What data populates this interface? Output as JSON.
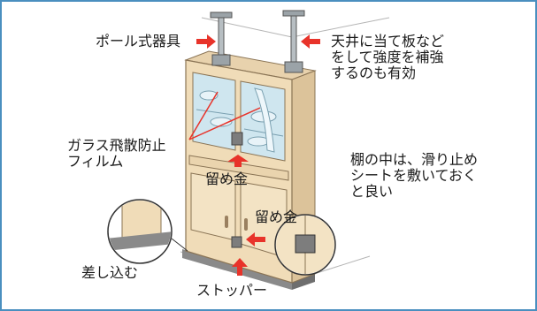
{
  "labels": {
    "pole": "ポール式器具",
    "ceiling_board": [
      "天井に当て板など",
      "をして強度を補強",
      "するのも有効"
    ],
    "glass_film": [
      "ガラス飛散防止",
      "フィルム"
    ],
    "latch_top": "留め金",
    "shelf_tip": [
      "棚の中は、滑り止め",
      "シートを敷いておく",
      "と良い"
    ],
    "latch_bottom": "留め金",
    "insert": "差し込む",
    "stopper": "ストッパー"
  },
  "colors": {
    "frame_border": "#4a8fbf",
    "cabinet": "#f0dcb8",
    "cabinet_side": "#dcc39a",
    "arrow": "#e8332a",
    "pole": "#9ba3a8",
    "glass": "#cfe6ef",
    "stopper": "#8a8a8a"
  }
}
